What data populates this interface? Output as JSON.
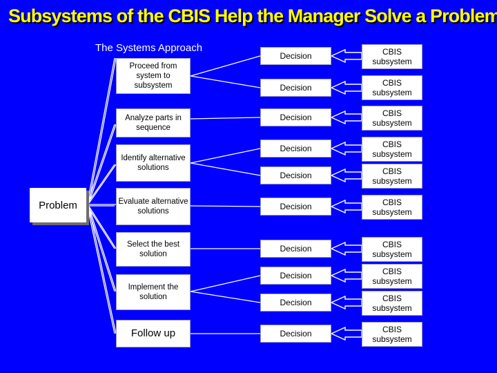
{
  "title": "Subsystems of the CBIS Help the Manager Solve a Problem",
  "subtitle": "The Systems Approach",
  "problem_label": "Problem",
  "steps": [
    "Proceed from system to subsystem",
    "Analyze parts in sequence",
    "Identify alternative solutions",
    "Evaluate alternative solutions",
    "Select the best solution",
    "Implement the solution",
    "Follow up"
  ],
  "decision_label": "Decision",
  "cbis_label": "CBIS subsystem",
  "colors": {
    "background": "#0000FF",
    "title": "#FFFF00",
    "box": "#FFFFFF"
  }
}
